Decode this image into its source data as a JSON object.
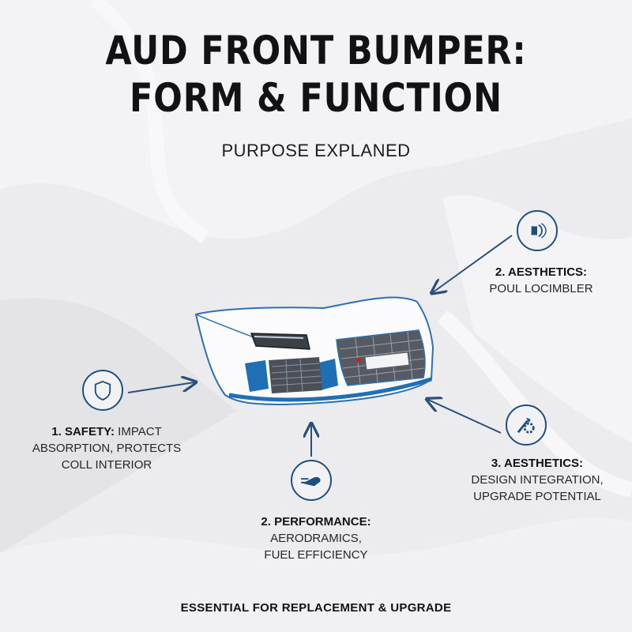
{
  "header": {
    "title_line1": "AUD FRONT BUMPER:",
    "title_line2": "FORM & FUNCTION",
    "subtitle": "PURPOSE EXPLANED"
  },
  "callouts": [
    {
      "heading": "1. SAFETY:",
      "text": "IMPACT",
      "line2": "ABSORPTION, PROTECTS",
      "line3": "COLL INTERIOR",
      "icon": "shield-icon"
    },
    {
      "heading": "2. AESTHETICS:",
      "line2": "POUL LOCIMBLER",
      "icon": "headlight-icon"
    },
    {
      "heading": "2. PERFORMANCE:",
      "line2": "AERODRAMICS,",
      "line3": "FUEL EFFICIENCY",
      "icon": "aero-wing-icon"
    },
    {
      "heading": "3. AESTHETICS:",
      "line2": "DESIGN INTEGRATION,",
      "line3": "UPGRADE POTENTIAL",
      "icon": "tools-gear-icon"
    }
  ],
  "footer": "ESSENTIAL FOR REPLACEMENT & UPGRADE",
  "colors": {
    "background": "#ececee",
    "accent_blue": "#1f6fb5",
    "icon_navy": "#1f4f7e",
    "text_dark": "#121214"
  }
}
